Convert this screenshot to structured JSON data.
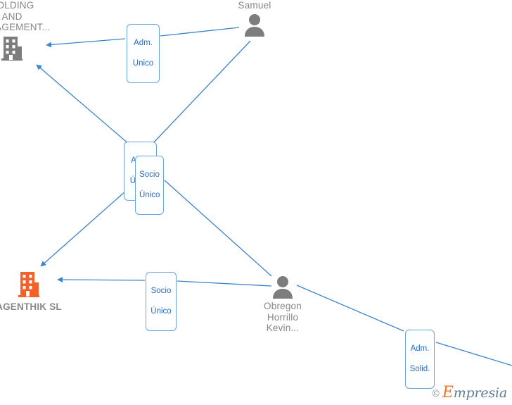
{
  "diagram": {
    "type": "corporate-relations-graph",
    "background_color": "#ffffff",
    "edge_color": "#3a84cc",
    "tag_border_color": "#6aa3de",
    "tag_text_color": "#2a6dbb",
    "node_label_color": "#878787",
    "company_highlight_color": "#f4602a",
    "company_default_color": "#7d7d7d",
    "person_color": "#7d7d7d"
  },
  "nodes": [
    {
      "id": "holding",
      "kind": "company",
      "icon": "building-icon",
      "label": "HOLDING\nAND\nMANAGEMENT...",
      "color": "#7d7d7d",
      "highlighted": false
    },
    {
      "id": "samuel",
      "kind": "person",
      "icon": "person-icon",
      "label": "Samuel",
      "color": "#7d7d7d"
    },
    {
      "id": "agenthik",
      "kind": "company",
      "icon": "building-icon",
      "label": "AGENTHIK  SL",
      "color": "#f4602a",
      "highlighted": true
    },
    {
      "id": "obregon",
      "kind": "person",
      "icon": "person-icon",
      "label": "Obregon\nHorrillo\nKevin...",
      "color": "#7d7d7d"
    }
  ],
  "edge_tags": [
    {
      "id": "tag-adm-unico-top",
      "line1": "Adm.",
      "line2": "Unico"
    },
    {
      "id": "tag-adm-unico-mid",
      "line1": "Adm.",
      "line2": "Único"
    },
    {
      "id": "tag-socio-unico-mid",
      "line1": "Socio",
      "line2": "Único"
    },
    {
      "id": "tag-socio-unico-bottom",
      "line1": "Socio",
      "line2": "Único"
    },
    {
      "id": "tag-adm-solid",
      "line1": "Adm.",
      "line2": "Solid."
    }
  ],
  "watermark": {
    "copyright": "©",
    "first_letter": "E",
    "rest": "mpresia"
  }
}
